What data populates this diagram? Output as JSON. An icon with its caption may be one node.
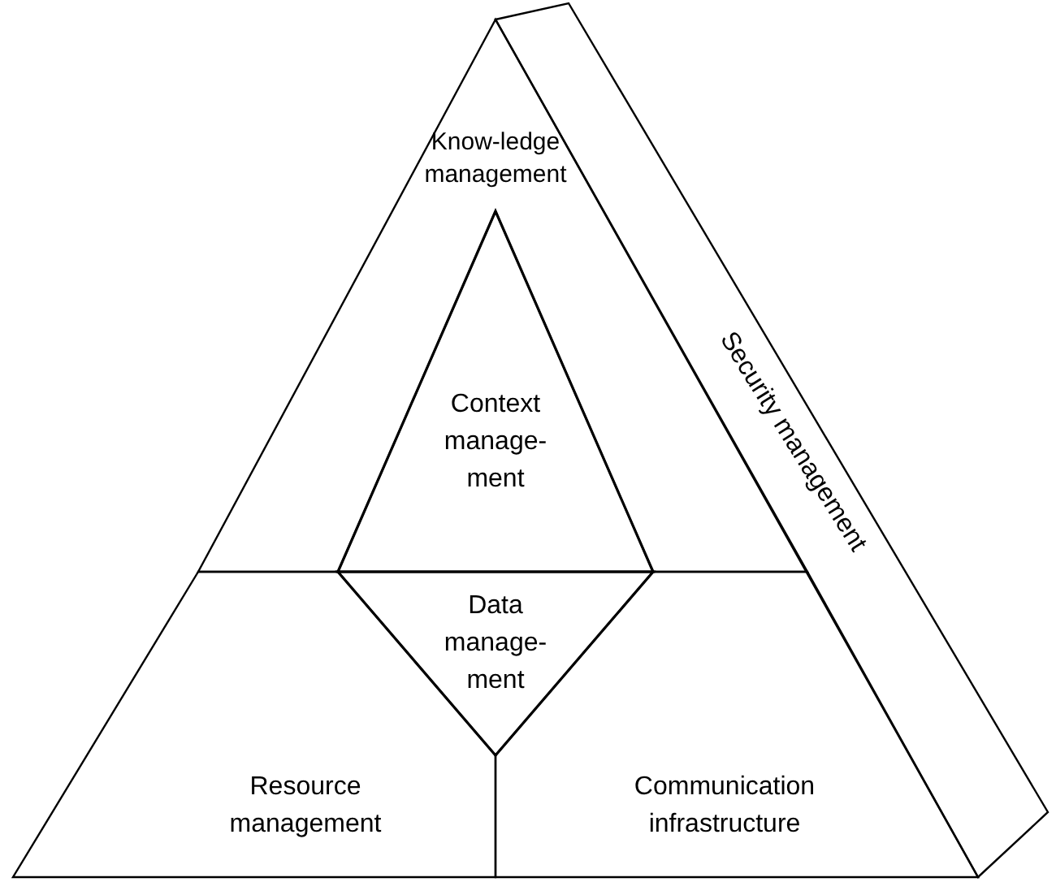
{
  "diagram": {
    "nodes": [
      {
        "text": [
          "Know-ledge management"
        ]
      },
      {
        "text": [
          "Context manage-ment"
        ]
      },
      {
        "text": [
          "Data manage-ment"
        ]
      },
      {
        "text": [
          "Resource management"
        ]
      },
      {
        "text": [
          "Communication infrastructure"
        ]
      },
      {
        "text": [
          "Security management"
        ]
      }
    ]
  }
}
